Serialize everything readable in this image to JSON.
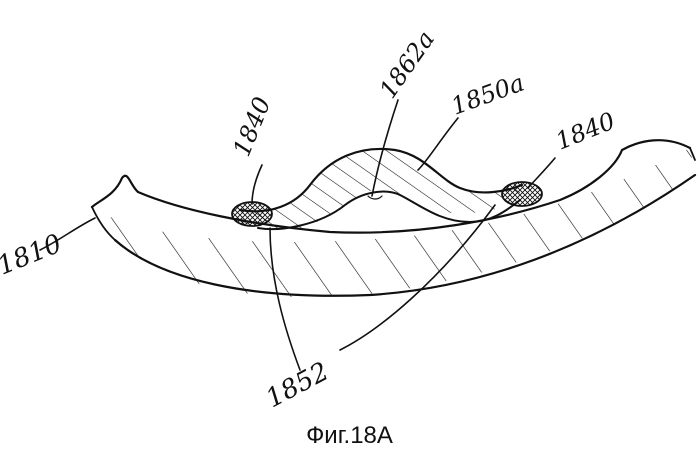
{
  "figure": {
    "caption": "Фиг.18A",
    "labels": {
      "l1810": "1810",
      "l1840_left": "1840",
      "l1840_right": "1840",
      "l1862a": "1862a",
      "l1850a": "1850a",
      "l1852": "1852"
    }
  }
}
